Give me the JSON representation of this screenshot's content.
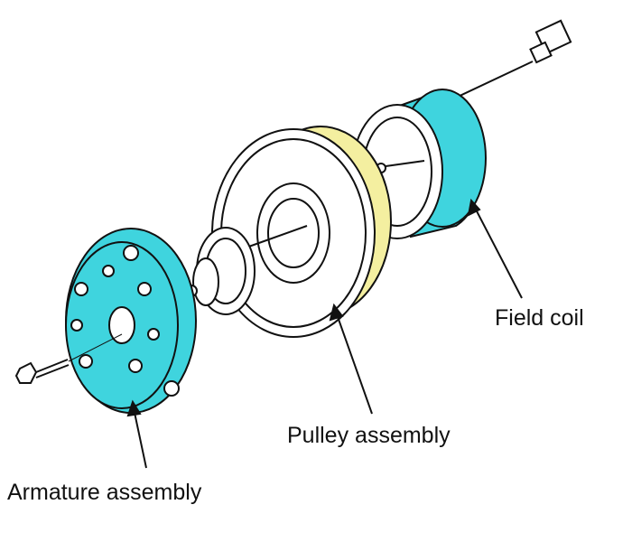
{
  "labels": {
    "field_coil": "Field coil",
    "pulley": "Pulley assembly",
    "armature": "Armature assembly"
  },
  "colors": {
    "field_coil": "#3fd4de",
    "armature": "#3fd4de",
    "pulley_band": "#f4efa0",
    "line": "#111111"
  }
}
